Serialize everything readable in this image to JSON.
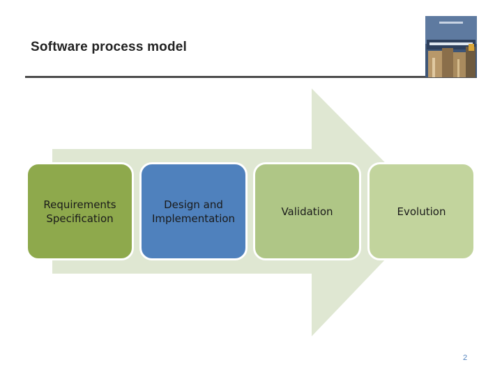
{
  "slide": {
    "title": "Software process model",
    "page_number": "2"
  },
  "process_steps": [
    {
      "label": "Requirements\nSpecification",
      "color": "#8ea94c"
    },
    {
      "label": "Design and\nImplementation",
      "color": "#4f81bd"
    },
    {
      "label": "Validation",
      "color": "#afc686"
    },
    {
      "label": "Evolution",
      "color": "#c2d49d"
    }
  ],
  "colors": {
    "arrow": "#dfe7d2",
    "title_rule": "#4a4a4a",
    "page_number": "#4f81bd"
  },
  "book_cover": {
    "icon": "book-cover-image"
  }
}
